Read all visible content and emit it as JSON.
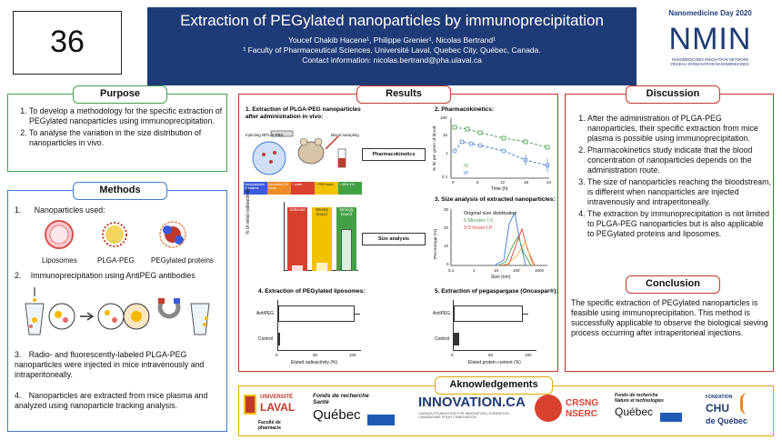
{
  "poster_number": "36",
  "header": {
    "title": "Extraction of PEGylated nanoparticles by immunoprecipitation",
    "authors": "Youcef Chakib Hacene¹, Philippe Grenier¹, Nicolas Bertrand¹",
    "affiliation": "¹ Faculty of Pharmaceutical Sciences, Université Laval, Quebec City, Québec, Canada.",
    "contact": "Contact information: nicolas.bertrand@pha.ulaval.ca"
  },
  "event": {
    "name": "Nanomedicine Day 2020",
    "logo_text": "NMIN",
    "logo_sub1": "NANOMEDICINES INNOVATION NETWORK",
    "logo_sub2": "RÉSEAU D'INNOVATION NANOMÉDECINES"
  },
  "purpose": {
    "title": "Purpose",
    "items": [
      "To develop a methodology for the specific extraction of PEGylated nanoparticles using immunoprecipitation.",
      "To analyse the variation in the size distribution of nanoparticles in vivo."
    ]
  },
  "methods": {
    "title": "Methods",
    "item1": "Nanoparticles used:",
    "np_labels": [
      "Liposomes",
      "PLGA-PEG",
      "PEGylated proteins"
    ],
    "item2": "Immunoprecipitation using AntiPEG antibodies",
    "item3": "Radio- and fluorescently-labeled PLGA-PEG nanoparticles were injected in mice intravenously and intraperitoneally.",
    "item4": "Nanoparticles are extracted from mice plasma and analyzed using nanoparticle tracking analysis.",
    "n1": "1.",
    "n2": "2.",
    "n3": "3.",
    "n4": "4."
  },
  "results": {
    "title": "Results",
    "panel1_title": "1. Extraction of PLGA-PEG nanoparticles after administration in vivo:",
    "injecting": "Injecting NPs in PBS",
    "blood": "Blood sampling",
    "flow": [
      "Nanoparticles in plasma",
      "Incubation 24 hours",
      "+ wash",
      "+ PBS wash",
      "+ 85% 1%"
    ],
    "bar_labels": [
      "Unbound",
      "Weakly bound",
      "Strongly bound"
    ],
    "bar_ylabel": "% of initial radioactivity",
    "arrow_pk": "Pharmacokinetics",
    "arrow_size": "Size analysis",
    "panel2_title": "2. Pharmacokinetics:",
    "pk_xlabel": "Time (h)",
    "pk_ylabel": "% ID per gram of blood",
    "pk_ticks_x": [
      "0",
      "6",
      "12",
      "18",
      "24"
    ],
    "pk_ticks_y": [
      "100",
      "10",
      "1",
      "0.1"
    ],
    "pk_legend": [
      "IV",
      "IP"
    ],
    "panel3_title": "3. Size analysis of extracted nanoparticles:",
    "size_xlabel": "Size (nm)",
    "size_ylabel": "Percentage (%)",
    "size_ticks_x": [
      "0.1",
      "1",
      "10",
      "100",
      "1000"
    ],
    "size_ticks_y": [
      "30",
      "20",
      "10",
      "0"
    ],
    "size_legend": [
      "Original size distribution",
      "5 Minutes I.V.",
      "3-5 hours I.P."
    ],
    "panel4_title": "4. Extraction of PEGylated liposomes:",
    "panel4_xlabel": "Eluted radioactivity (%)",
    "panel4_rows": [
      "AntiPEG",
      "Control"
    ],
    "panel4_ticks": [
      "0",
      "50",
      "100"
    ],
    "panel5_title": "5. Extraction of pegaspargase (Oncaspar®):",
    "panel5_xlabel": "Eluted protein content (%)",
    "panel5_rows": [
      "AntiPEG",
      "Control"
    ],
    "panel5_ticks": [
      "0",
      "50",
      "100"
    ]
  },
  "discussion": {
    "title": "Discussion",
    "items": [
      "After the administration of PLGA-PEG nanoparticles, their specific extraction from mice plasma is possible using immunoprecipitation.",
      "Pharmacokinetics study indicate that the blood concentration of nanoparticles depends on the administration route.",
      "The size of nanoparticles reaching the bloodstream, is different when nanoparticles are injected intravenously and intraperitoneally.",
      "The extraction by immunoprecipitation is not limited to PLGA-PEG nanoparticles but is also applicable to PEGylated proteins and liposomes."
    ]
  },
  "conclusion": {
    "title": "Conclusion",
    "text": "The specific extraction of PEGylated nanoparticles is feasible using immunoprecipitation. This method is successfully applicable to observe the biological sieving process occurring after intraperitoneal injections."
  },
  "acknowledgements": {
    "title": "Aknowledgements",
    "laval1": "UNIVERSITÉ",
    "laval2": "LAVAL",
    "laval3": "Faculté de pharmacie",
    "frqs1": "Fonds de recherche",
    "frqs2": "Santé",
    "quebec": "Québec",
    "innovation": "INNOVATION.CA",
    "innovation_sub": "CANADA FOUNDATION FOR INNOVATION | FONDATION CANADIENNE POUR L'INNOVATION",
    "crsng": "CRSNG",
    "nserc": "NSERC",
    "frqnt1": "Fonds de recherche",
    "frqnt2": "Nature et technologies",
    "chu1": "FONDATION",
    "chu2": "CHU",
    "chu3": "de Québec"
  },
  "colors": {
    "navy": "#1f3b77",
    "purpose_border": "#3fa04a",
    "methods_border": "#3f7bd0",
    "results_border": "#c0392b",
    "ack_border": "#e0a800",
    "bar_unbound": "#d9412f",
    "bar_weak": "#f2c200",
    "bar_strong": "#43a047"
  }
}
